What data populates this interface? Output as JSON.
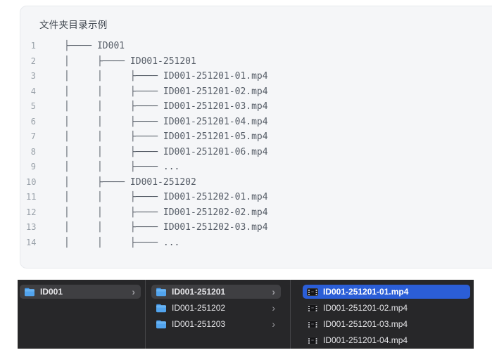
{
  "card": {
    "title": "文件夹目录示例",
    "code_lines": [
      {
        "num": "1",
        "text": "├──── ID001"
      },
      {
        "num": "2",
        "text": "│     ├──── ID001-251201"
      },
      {
        "num": "3",
        "text": "│     │     ├──── ID001-251201-01.mp4"
      },
      {
        "num": "4",
        "text": "│     │     ├──── ID001-251201-02.mp4"
      },
      {
        "num": "5",
        "text": "│     │     ├──── ID001-251201-03.mp4"
      },
      {
        "num": "6",
        "text": "│     │     ├──── ID001-251201-04.mp4"
      },
      {
        "num": "7",
        "text": "│     │     ├──── ID001-251201-05.mp4"
      },
      {
        "num": "8",
        "text": "│     │     ├──── ID001-251201-06.mp4"
      },
      {
        "num": "9",
        "text": "│     │     ├──── ..."
      },
      {
        "num": "10",
        "text": "│     ├──── ID001-251202"
      },
      {
        "num": "11",
        "text": "│     │     ├──── ID001-251202-01.mp4"
      },
      {
        "num": "12",
        "text": "│     │     ├──── ID001-251202-02.mp4"
      },
      {
        "num": "13",
        "text": "│     │     ├──── ID001-251202-03.mp4"
      },
      {
        "num": "14",
        "text": "│     │     ├──── ..."
      }
    ]
  },
  "finder": {
    "colors": {
      "panel_bg": "#272729",
      "selection_gray": "#3f3f42",
      "selection_blue": "#2b5ed7",
      "folder_blue": "#52a4ee",
      "divider": "#454548"
    },
    "columns": [
      {
        "name": "level-1",
        "items": [
          {
            "icon": "folder-icon",
            "label": "ID001",
            "selected": "gray",
            "chevron": "›"
          }
        ]
      },
      {
        "name": "level-2",
        "items": [
          {
            "icon": "folder-icon",
            "label": "ID001-251201",
            "selected": "gray",
            "chevron": "›"
          },
          {
            "icon": "folder-icon",
            "label": "ID001-251202",
            "selected": "",
            "chevron": "›"
          },
          {
            "icon": "folder-icon",
            "label": "ID001-251203",
            "selected": "",
            "chevron": "›"
          }
        ]
      },
      {
        "name": "level-3",
        "items": [
          {
            "icon": "movie-icon",
            "label": "ID001-251201-01.mp4",
            "selected": "blue",
            "chevron": ""
          },
          {
            "icon": "movie-icon",
            "label": "ID001-251201-02.mp4",
            "selected": "",
            "chevron": ""
          },
          {
            "icon": "movie-icon",
            "label": "ID001-251201-03.mp4",
            "selected": "",
            "chevron": ""
          },
          {
            "icon": "movie-icon",
            "label": "ID001-251201-04.mp4",
            "selected": "",
            "chevron": ""
          }
        ]
      }
    ]
  }
}
